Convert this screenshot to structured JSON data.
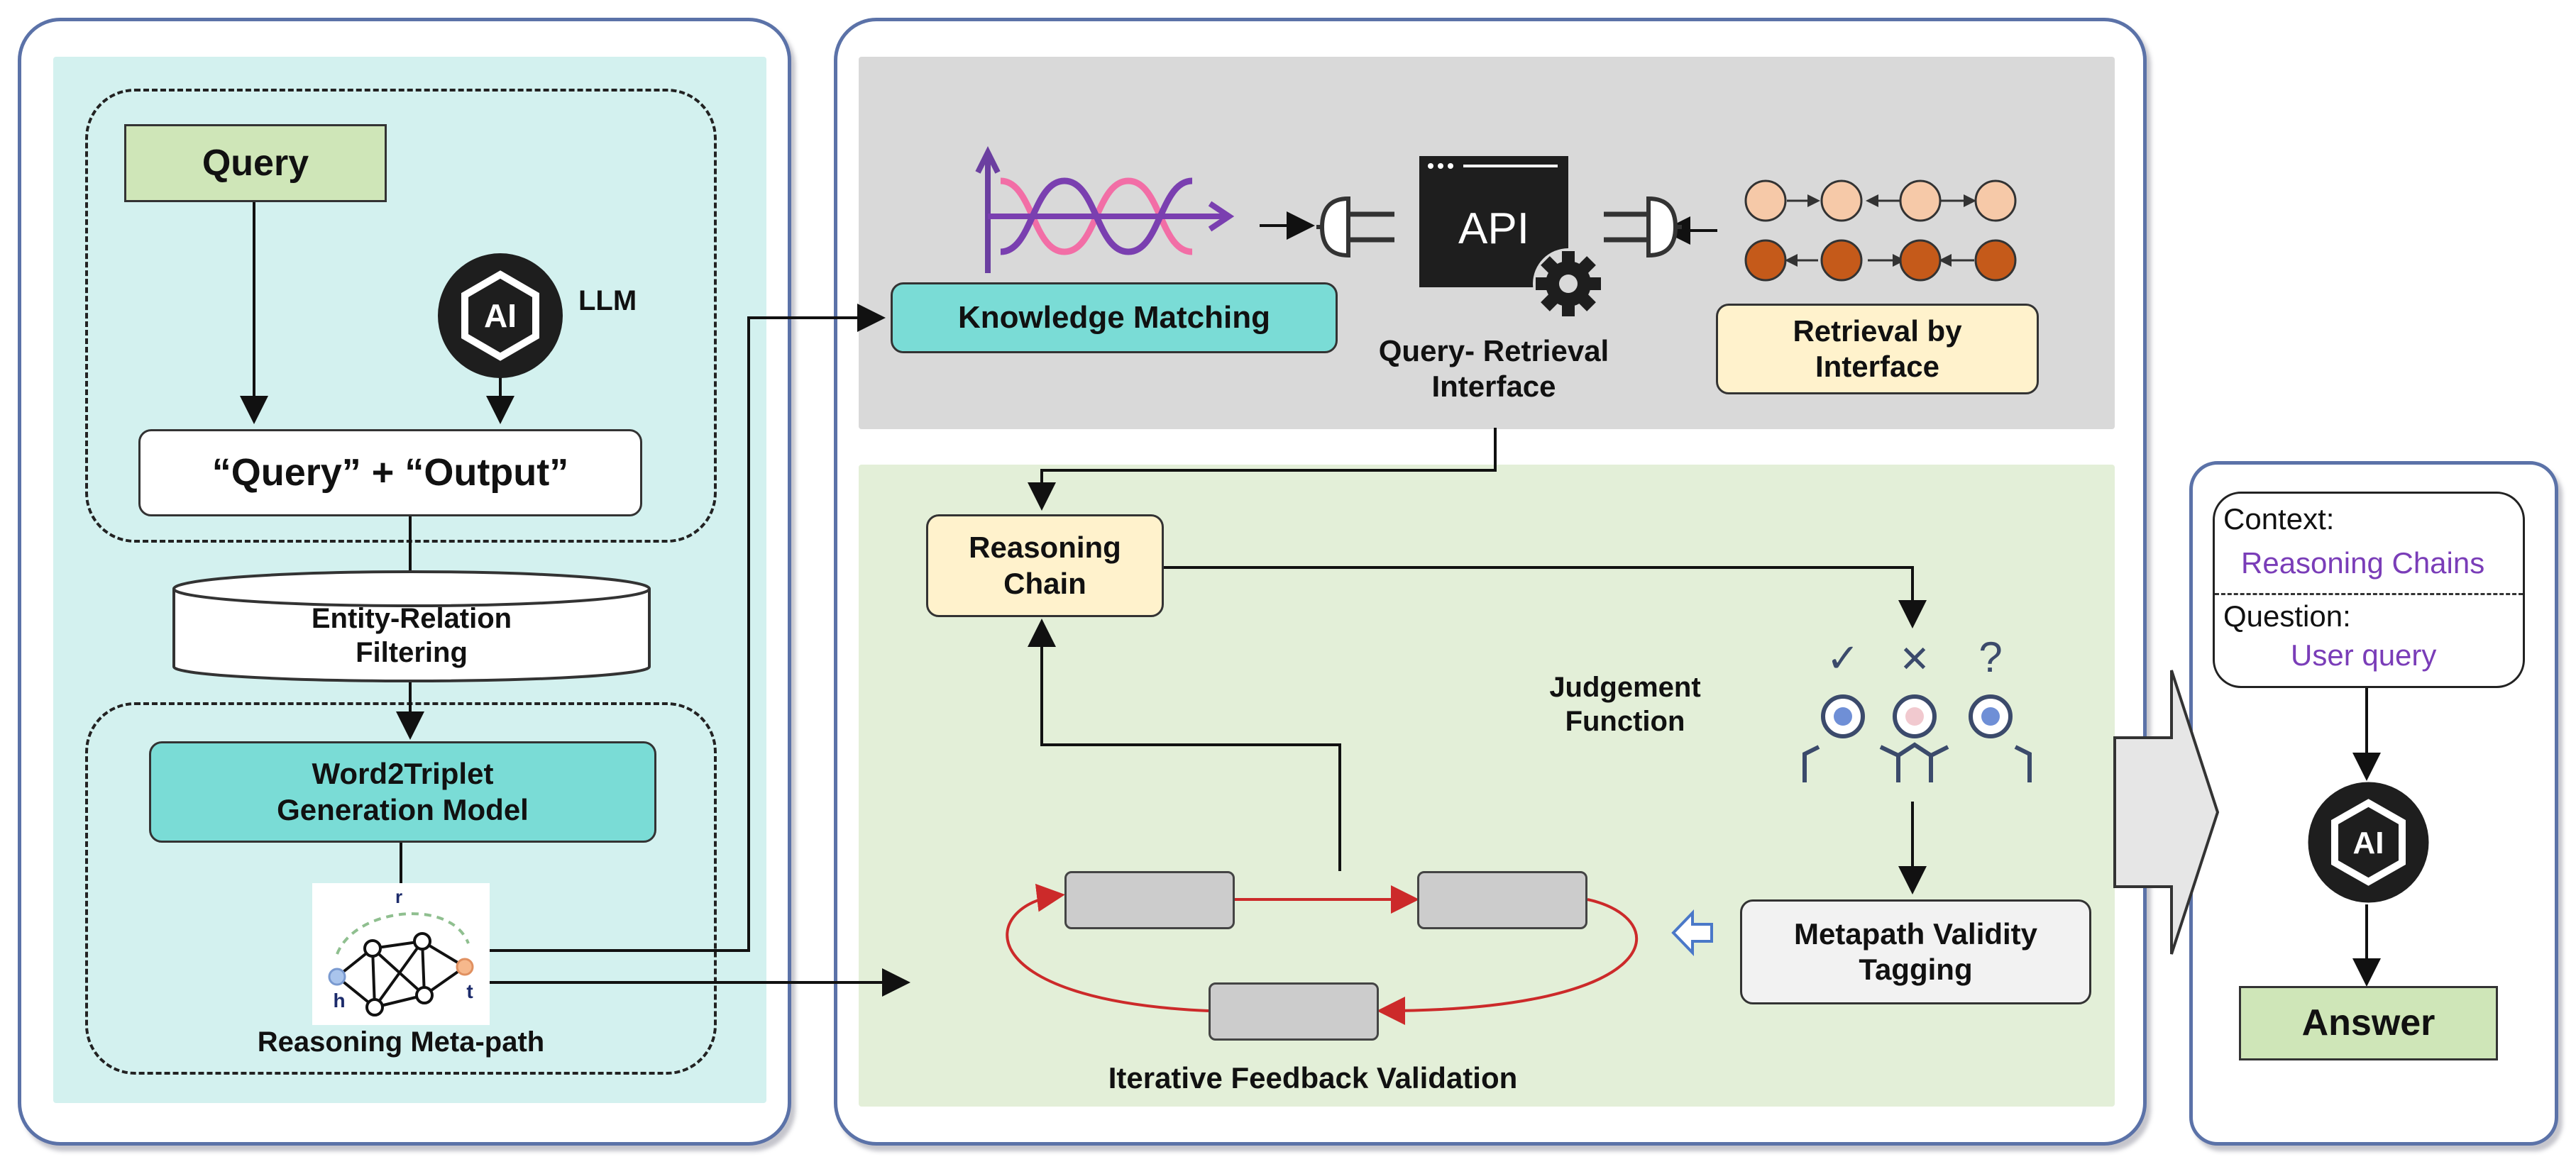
{
  "left_panel": {
    "query_label": "Query",
    "llm_label": "LLM",
    "llm_icon_text": "AI",
    "query_output_label": "“Query” + “Output”",
    "entity_filter_label": "Entity-Relation Filtering",
    "word2triplet_label": "Word2Triplet Generation Model",
    "metapath_caption": "Reasoning Meta-path",
    "graph_labels": {
      "r": "r",
      "h": "h",
      "t": "t"
    }
  },
  "middle_panel": {
    "knowledge_matching_label": "Knowledge Matching",
    "api_label": "API",
    "query_retrieval_label": "Query- Retrieval Interface",
    "retrieval_interface_label": "Retrieval by Interface",
    "reasoning_chain_label": "Reasoning Chain",
    "judgement_label": "Judgement Function",
    "judgement_marks": [
      "✓",
      "✕",
      "?"
    ],
    "metapath_tagging_label": "Metapath Validity Tagging",
    "iterative_label": "Iterative Feedback Validation"
  },
  "right_panel": {
    "context_label": "Context:",
    "context_value": "Reasoning Chains",
    "question_label": "Question:",
    "question_value": "User query",
    "ai_icon_text": "AI",
    "answer_label": "Answer"
  },
  "colors": {
    "panel_border": "#5b72a8",
    "left_fill": "#d3f1ef",
    "top_fill": "#d9d9d9",
    "bottom_fill": "#e3efd8",
    "teal_box": "#7adcd6",
    "green_box": "#cfe6b8",
    "cream_box": "#fff2cc",
    "grey_box": "#cccccc",
    "purple_text": "#7a3db8",
    "red_arrow": "#cc2a2a"
  }
}
